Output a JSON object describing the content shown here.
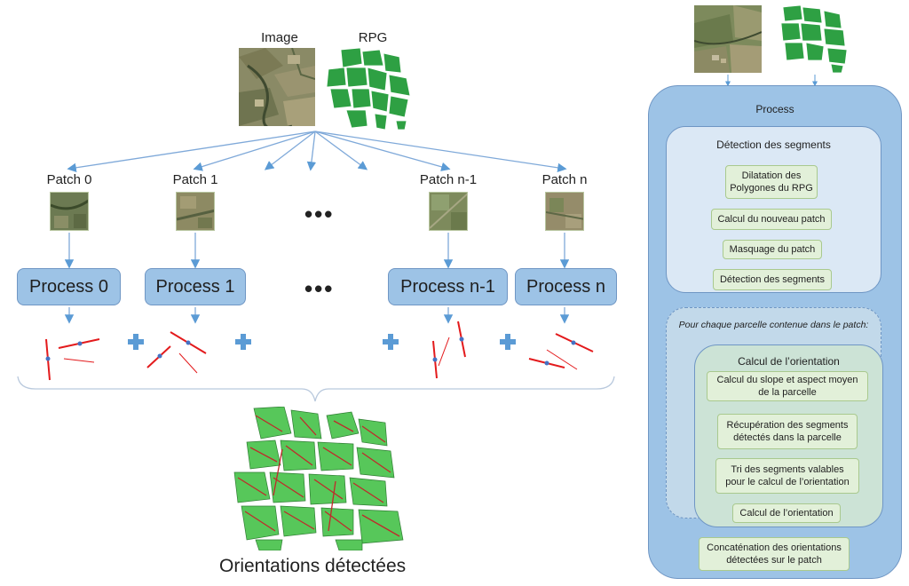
{
  "left": {
    "image_label": "Image",
    "rpg_label": "RPG",
    "patches": [
      {
        "label": "Patch 0",
        "process": "Process 0"
      },
      {
        "label": "Patch 1",
        "process": "Process 1"
      },
      {
        "label": "Patch n-1",
        "process": "Process n-1"
      },
      {
        "label": "Patch n",
        "process": "Process n"
      }
    ],
    "ellipsis": "•••",
    "result_label": "Orientations détectées"
  },
  "right": {
    "process_title": "Process",
    "detection_title": "Détection des segments",
    "detection_steps": [
      "Dilatation des Polygones du RPG",
      "Calcul du nouveau patch",
      "Masquage du patch",
      "Détection des segments"
    ],
    "loop_title": "Pour chaque parcelle contenue dans le patch:",
    "orientation_title": "Calcul de l’orientation",
    "orientation_steps": [
      "Calcul du slope et aspect moyen de la parcelle",
      "Récupération des segments détectés dans la parcelle",
      "Tri des segments valables pour le calcul de l’orientation",
      "Calcul de l’orientation"
    ],
    "final_step": "Concaténation des orientations détectées sur le patch"
  },
  "colors": {
    "process_fill": "#9dc3e6",
    "arrow": "#5b9bd5",
    "segment": "#e31a1c",
    "parcel_green": "#2ea043",
    "plus": "#5b9bd5"
  }
}
